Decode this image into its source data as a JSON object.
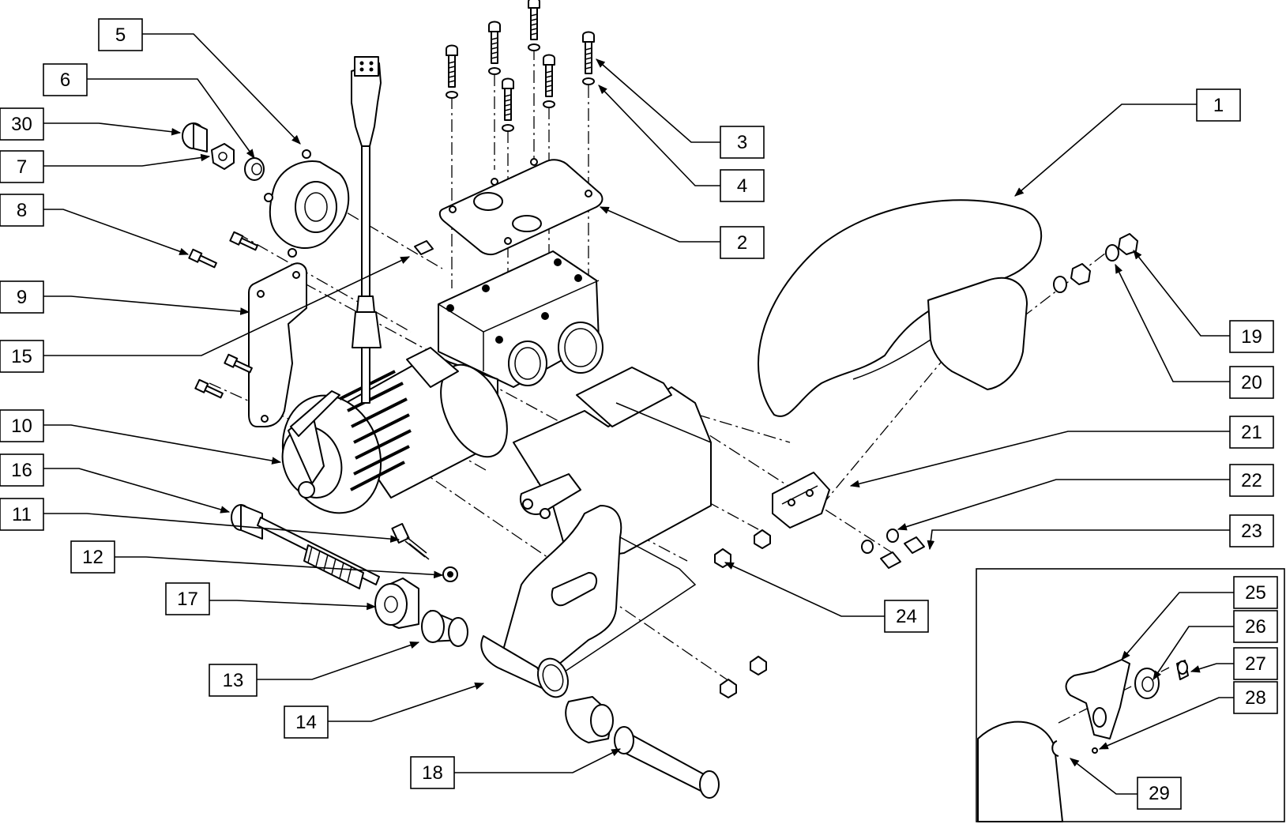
{
  "callouts": [
    {
      "id": "c1",
      "label": "1"
    },
    {
      "id": "c2",
      "label": "2"
    },
    {
      "id": "c3",
      "label": "3"
    },
    {
      "id": "c4",
      "label": "4"
    },
    {
      "id": "c5",
      "label": "5"
    },
    {
      "id": "c6",
      "label": "6"
    },
    {
      "id": "c7",
      "label": "7"
    },
    {
      "id": "c8",
      "label": "8"
    },
    {
      "id": "c9",
      "label": "9"
    },
    {
      "id": "c10",
      "label": "10"
    },
    {
      "id": "c11",
      "label": "11"
    },
    {
      "id": "c12",
      "label": "12"
    },
    {
      "id": "c13",
      "label": "13"
    },
    {
      "id": "c14",
      "label": "14"
    },
    {
      "id": "c15",
      "label": "15"
    },
    {
      "id": "c16",
      "label": "16"
    },
    {
      "id": "c17",
      "label": "17"
    },
    {
      "id": "c18",
      "label": "18"
    },
    {
      "id": "c19",
      "label": "19"
    },
    {
      "id": "c20",
      "label": "20"
    },
    {
      "id": "c21",
      "label": "21"
    },
    {
      "id": "c22",
      "label": "22"
    },
    {
      "id": "c23",
      "label": "23"
    },
    {
      "id": "c24",
      "label": "24"
    },
    {
      "id": "c25",
      "label": "25"
    },
    {
      "id": "c26",
      "label": "26"
    },
    {
      "id": "c27",
      "label": "27"
    },
    {
      "id": "c28",
      "label": "28"
    },
    {
      "id": "c29",
      "label": "29"
    },
    {
      "id": "c30",
      "label": "30"
    }
  ],
  "colors": {
    "line": "#000000",
    "background": "#ffffff"
  }
}
